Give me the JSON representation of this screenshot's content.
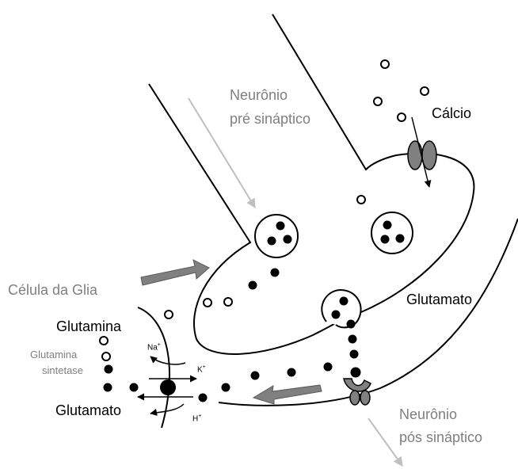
{
  "labels": {
    "presynaptic_line1": "Neurônio",
    "presynaptic_line2": "pré sináptico",
    "calcium": "Cálcio",
    "glia_cell": "Célula da Glia",
    "glutamate_cleft": "Glutamato",
    "glutamine": "Glutamina",
    "glutamine_synthetase_line1": "Glutamina",
    "glutamine_synthetase_line2": "sintetase",
    "glutamate_glia": "Glutamato",
    "postsynaptic_line1": "Neurônio",
    "postsynaptic_line2": "pós sináptico"
  },
  "ions": {
    "na": "Na",
    "k": "K",
    "h": "H",
    "charge": "+"
  },
  "colors": {
    "label_gray": "#7f7f7f",
    "arrow_gray": "#bfbfbf",
    "block_arrow": "#7f7f7f",
    "channel": "#808080",
    "molecule": "#000000"
  }
}
